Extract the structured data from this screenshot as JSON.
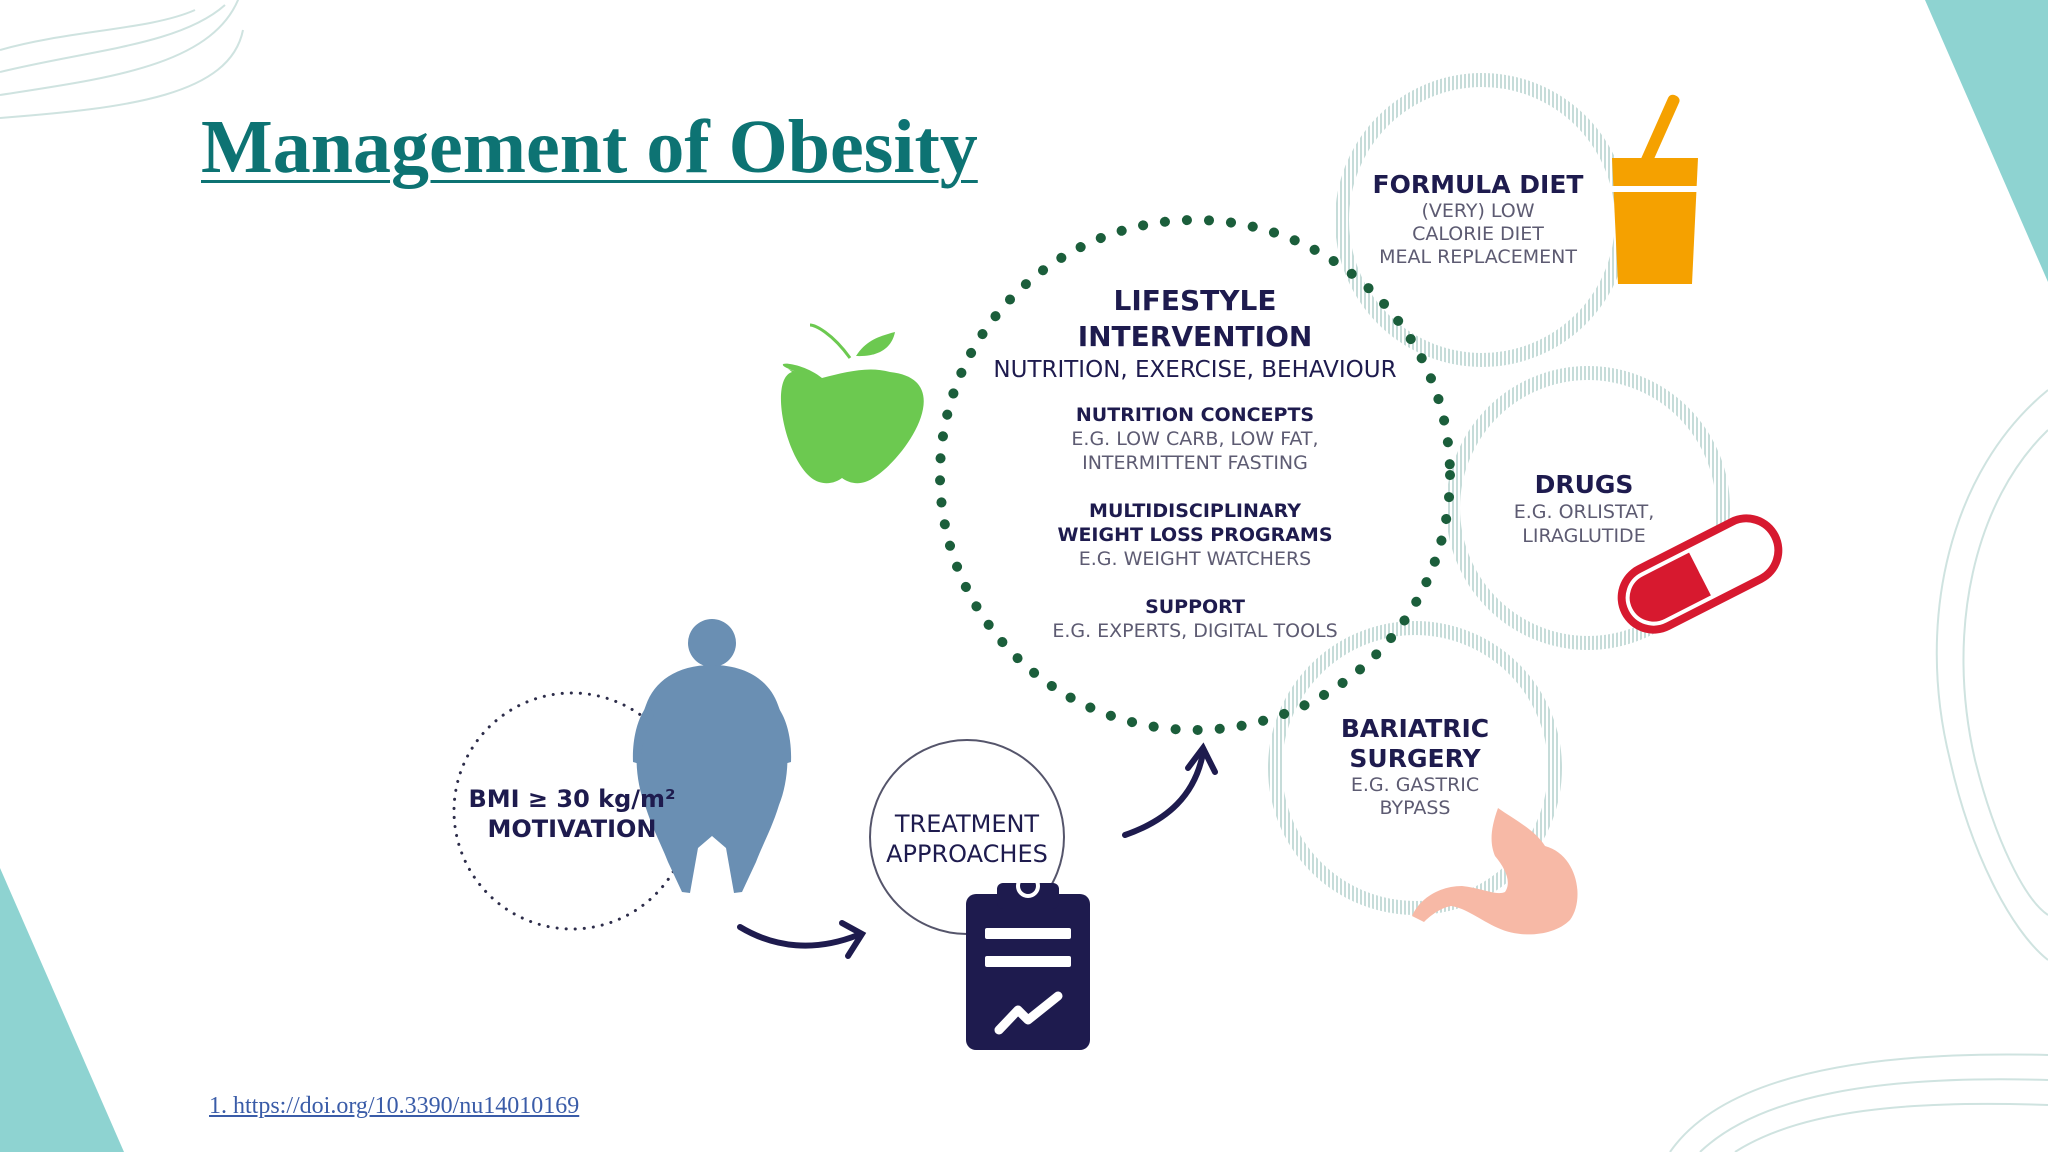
{
  "slide": {
    "title": "Management of Obesity",
    "reference": "1. https://doi.org/10.3390/nu14010169"
  },
  "diagram": {
    "patient": {
      "bmi": "BMI  ≥ 30 kg/m²",
      "motivation": "MOTIVATION"
    },
    "treatment": {
      "line1": "TREATMENT",
      "line2": "APPROACHES"
    },
    "lifestyle": {
      "title1": "LIFESTYLE",
      "title2": "INTERVENTION",
      "subtitle": "NUTRITION, EXERCISE, BEHAVIOUR",
      "nutrition_heading": "NUTRITION CONCEPTS",
      "nutrition_line1": "E.G. LOW CARB, LOW FAT,",
      "nutrition_line2": "INTERMITTENT FASTING",
      "programs_heading1": "MULTIDISCIPLINARY",
      "programs_heading2": "WEIGHT LOSS PROGRAMS",
      "programs_example": "E.G. WEIGHT WATCHERS",
      "support_heading": "SUPPORT",
      "support_example": "E.G. EXPERTS, DIGITAL TOOLS"
    },
    "formula": {
      "heading": "FORMULA DIET",
      "line1": "(VERY) LOW",
      "line2": "CALORIE DIET",
      "line3": "MEAL REPLACEMENT"
    },
    "drugs": {
      "heading": "DRUGS",
      "line1": "E.G. ORLISTAT,",
      "line2": "LIRAGLUTIDE"
    },
    "surgery": {
      "heading1": "BARIATRIC",
      "heading2": "SURGERY",
      "line1": "E.G. GASTRIC",
      "line2": "BYPASS"
    }
  },
  "colors": {
    "title": "#0d7373",
    "navy": "#1e1b4e",
    "dotted_ring": "#1b5e3b",
    "teal_decor": "#8ed3d1",
    "apple": "#6cc950",
    "cup": "#f5a100",
    "pill": "#d7192f",
    "stomach": "#f7b9a6",
    "silhouette": "#6a8fb3"
  }
}
